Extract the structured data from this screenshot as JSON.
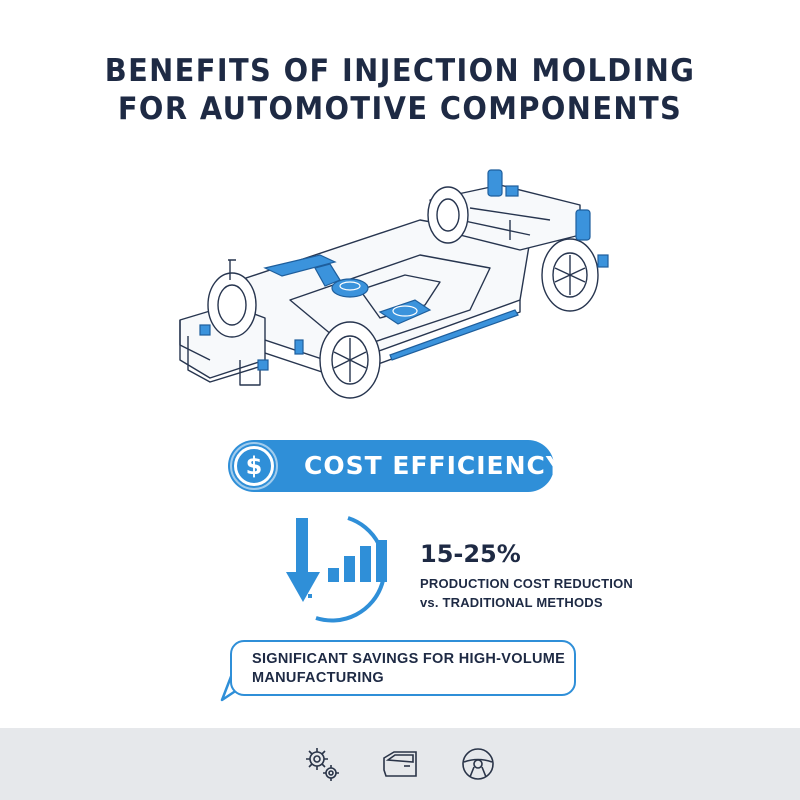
{
  "title": {
    "line1": "BENEFITS OF INJECTION MOLDING",
    "line2": "FOR AUTOMOTIVE COMPONENTS"
  },
  "badge": {
    "icon": "dollar-icon",
    "symbol": "$",
    "label": "COST EFFICIENCY"
  },
  "metric": {
    "value": "15-25%",
    "line1": "PRODUCTION COST REDUCTION",
    "line2": "vs. TRADITIONAL METHODS"
  },
  "callout": {
    "text": "SIGNIFICANT SAVINGS FOR HIGH-VOLUME MANUFACTURING"
  },
  "footer": {
    "icons": [
      "gears-icon",
      "car-door-icon",
      "steering-wheel-icon"
    ]
  },
  "colors": {
    "accent": "#2f8fd8",
    "text": "#1e2a44",
    "footer_bg": "#e6e8eb"
  }
}
